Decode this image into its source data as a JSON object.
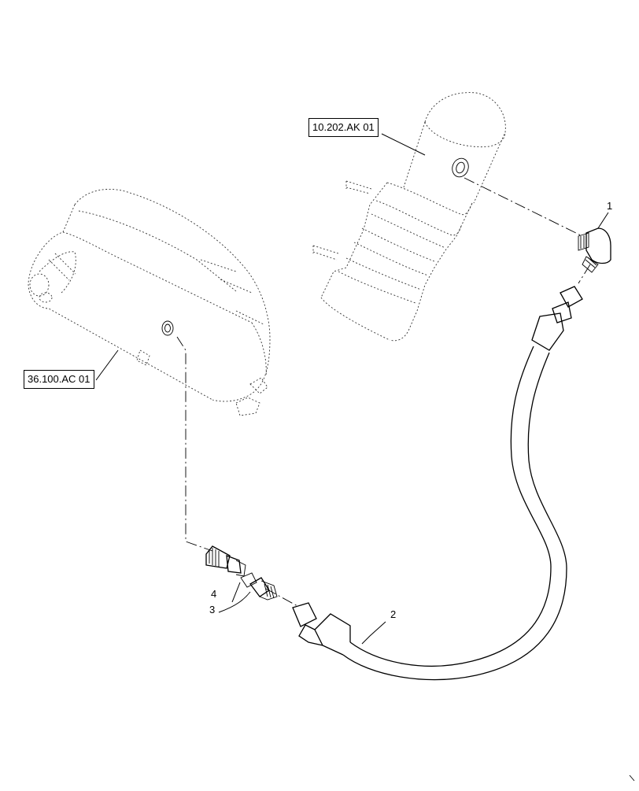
{
  "references": {
    "upper": "10.202.AK 01",
    "left": "36.100.AC 01"
  },
  "callouts": {
    "c1": "1",
    "c2": "2",
    "c3": "3",
    "c4": "4"
  },
  "colors": {
    "line": "#000000",
    "phantom": "#333333",
    "background": "#ffffff"
  }
}
